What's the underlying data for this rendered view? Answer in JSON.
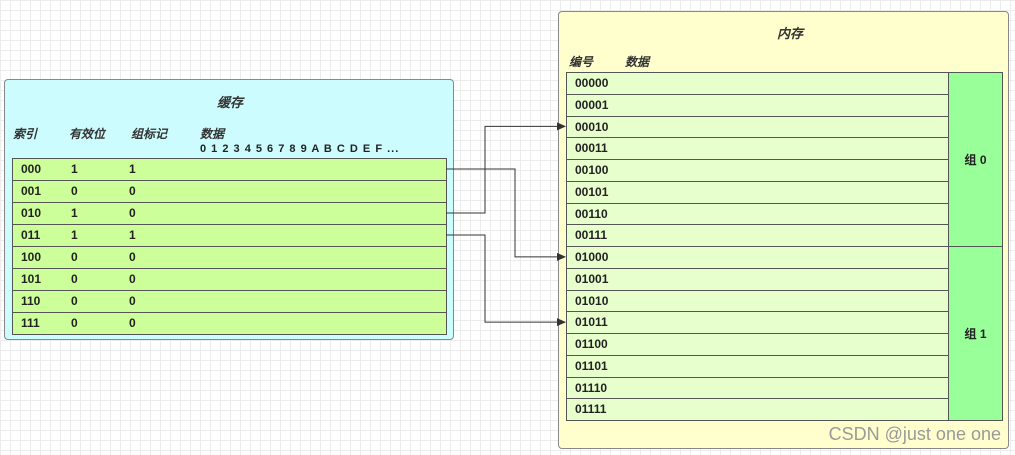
{
  "cache": {
    "title": "缓存",
    "headers": {
      "index": "索引",
      "valid": "有效位",
      "tag": "组标记",
      "data": "数据"
    },
    "data_columns": "0 1 2 3 4 5 6 7 8 9 A B C D E F ...",
    "rows": [
      {
        "index": "000",
        "valid": "1",
        "tag": "1"
      },
      {
        "index": "001",
        "valid": "0",
        "tag": "0"
      },
      {
        "index": "010",
        "valid": "1",
        "tag": "0"
      },
      {
        "index": "011",
        "valid": "1",
        "tag": "1"
      },
      {
        "index": "100",
        "valid": "0",
        "tag": "0"
      },
      {
        "index": "101",
        "valid": "0",
        "tag": "0"
      },
      {
        "index": "110",
        "valid": "0",
        "tag": "0"
      },
      {
        "index": "111",
        "valid": "0",
        "tag": "0"
      }
    ]
  },
  "memory": {
    "title": "内存",
    "headers": {
      "number": "编号",
      "data": "数据"
    },
    "rows": [
      "00000",
      "00001",
      "00010",
      "00011",
      "00100",
      "00101",
      "00110",
      "00111",
      "01000",
      "01001",
      "01010",
      "01011",
      "01100",
      "01101",
      "01110",
      "01111"
    ],
    "groups": [
      "组 0",
      "组 1"
    ]
  },
  "arrows": [
    {
      "from_index": "000",
      "to_address": "01000"
    },
    {
      "from_index": "010",
      "to_address": "00010"
    },
    {
      "from_index": "011",
      "to_address": "01011"
    }
  ],
  "watermark": "CSDN @just one one"
}
